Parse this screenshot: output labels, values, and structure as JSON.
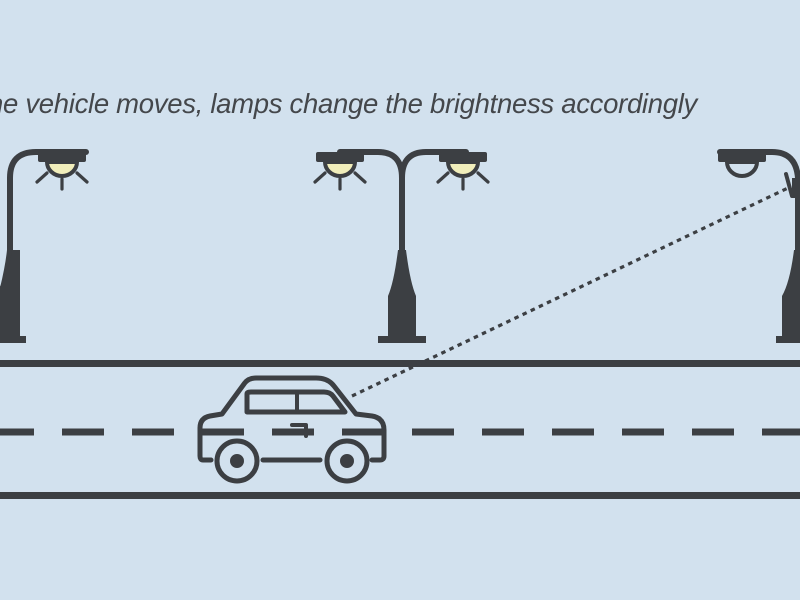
{
  "caption": "he vehicle moves, lamps change the brightness accordingly",
  "colors": {
    "background": "#d2e1ee",
    "ink": "#3c3f43",
    "lamp_glow": "#f1eebb"
  },
  "lamps": [
    {
      "name": "street-lamp-left",
      "heads": [
        "lit"
      ]
    },
    {
      "name": "street-lamp-center",
      "heads": [
        "lit",
        "lit"
      ]
    },
    {
      "name": "street-lamp-right",
      "heads": [
        "unlit"
      ]
    }
  ],
  "vehicle": "car-icon",
  "sensor_link": "dotted-sensor-line"
}
